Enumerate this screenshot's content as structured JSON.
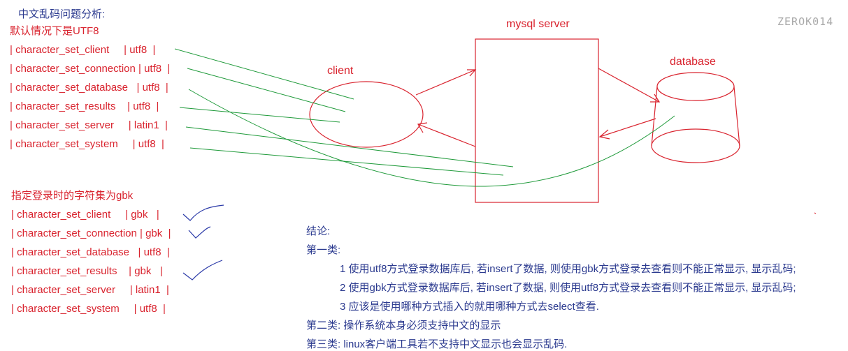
{
  "title": "中文乱码问题分析:",
  "watermark": "ZEROK014",
  "default_section": {
    "heading": "默认情况下是UTF8",
    "rows": [
      "| character_set_client     | utf8  |",
      "| character_set_connection | utf8  |",
      "| character_set_database   | utf8  |",
      "| character_set_results    | utf8  |",
      "| character_set_server     | latin1  |",
      "| character_set_system     | utf8  |"
    ]
  },
  "gbk_section": {
    "heading": "指定登录时的字符集为gbk",
    "rows": [
      "| character_set_client     | gbk   |",
      "| character_set_connection | gbk  |",
      "| character_set_database   | utf8  |",
      "| character_set_results    | gbk   |",
      "| character_set_server     | latin1  |",
      "| character_set_system     | utf8  |"
    ]
  },
  "diagram": {
    "client_label": "client",
    "server_label": "mysql server",
    "database_label": "database"
  },
  "conclusion": {
    "heading": "结论:",
    "class1": "第一类:",
    "items": [
      "1 使用utf8方式登录数据库后, 若insert了数据, 则使用gbk方式登录去查看则不能正常显示, 显示乱码;",
      "2 使用gbk方式登录数据库后, 若insert了数据, 则使用utf8方式登录去查看则不能正常显示, 显示乱码;",
      "3 应该是使用哪种方式插入的就用哪种方式去select查看."
    ],
    "class2": "第二类: 操作系统本身必须支持中文的显示",
    "class3": "第三类: linux客户端工具若不支持中文显示也会显示乱码."
  },
  "colors": {
    "red": "#d9232e",
    "blue": "#2b3a8f",
    "green": "#1f9a3a",
    "ink": "#2b3aa8",
    "watermark": "#a8a8a8"
  }
}
